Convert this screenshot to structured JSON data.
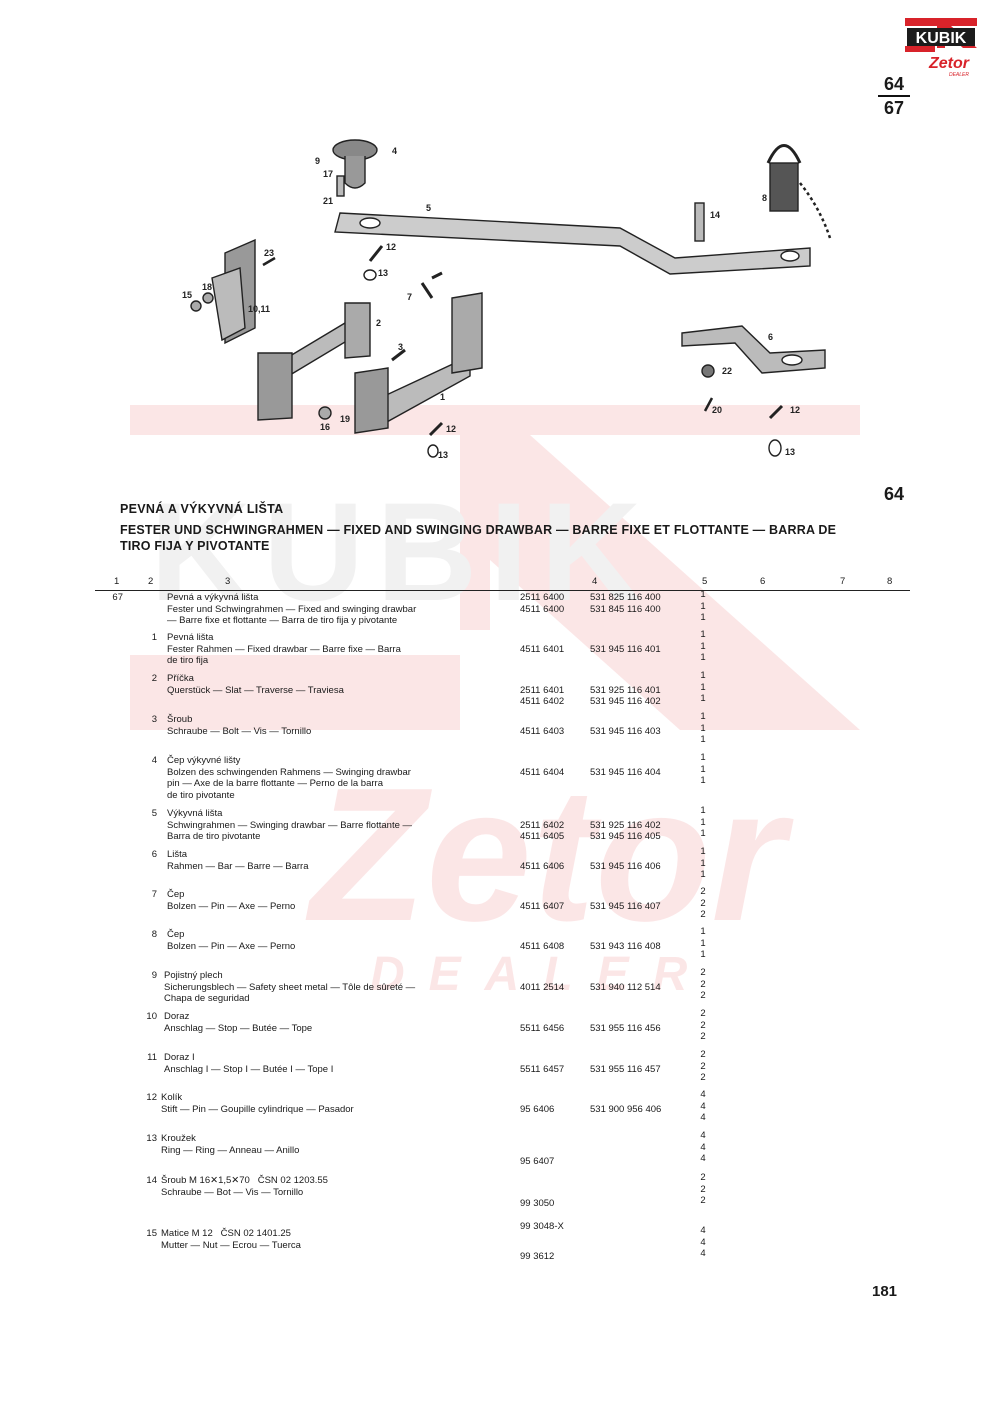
{
  "header": {
    "logo_top": "KUBIK",
    "logo_script": "Zetor",
    "logo_sub": "DEALER",
    "fig_top": "64",
    "fig_bottom": "67"
  },
  "watermark": {
    "brand": "KUBIK",
    "script": "Zetor",
    "sub": "DEALER"
  },
  "section_number": "64",
  "title_cz": "PEVNÁ A VÝKYVNÁ LIŠTA",
  "title_multi": "FESTER UND SCHWINGRAHMEN — FIXED AND SWINGING DRAWBAR — BARRE FIXE ET FLOTTANTE — BARRA DE TIRO FIJA Y PIVOTANTE",
  "columns": [
    "1",
    "2",
    "3",
    "4",
    "5",
    "6",
    "7",
    "8"
  ],
  "callouts": [
    "9",
    "17",
    "4",
    "21",
    "5",
    "14",
    "8",
    "23",
    "12",
    "18",
    "13",
    "15",
    "7",
    "10,11",
    "2",
    "3",
    "6",
    "22",
    "1",
    "20",
    "12",
    "16",
    "19",
    "12",
    "13",
    "13"
  ],
  "rows": [
    {
      "col1": "67",
      "col2": "",
      "desc": "Pevná a výkyvná lišta\nFester und Schwingrahmen — Fixed and swinging drawbar\n— Barre fixe et flottante — Barra de tiro fija y pivotante",
      "codes": [
        "2511 6400",
        "4511 6400"
      ],
      "numbers": [
        "531 825 116 400",
        "531 845 116 400"
      ],
      "qty": [
        "1",
        "1",
        "1"
      ]
    },
    {
      "col1": "",
      "col2": "1",
      "desc": "Pevná lišta\nFester Rahmen — Fixed drawbar — Barre fixe — Barra\nde tiro fija",
      "codes": [
        "",
        "4511 6401"
      ],
      "numbers": [
        "",
        "531 945 116 401"
      ],
      "qty": [
        "1",
        "1",
        "1"
      ]
    },
    {
      "col1": "",
      "col2": "2",
      "desc": "Příčka\nQuerstück — Slat — Traverse — Traviesa",
      "codes": [
        "",
        "2511 6401",
        "4511 6402"
      ],
      "numbers": [
        "",
        "531 925 116 401",
        "531 945 116 402"
      ],
      "qty": [
        "1",
        "1",
        "1"
      ]
    },
    {
      "col1": "",
      "col2": "3",
      "desc": "Šroub\nSchraube — Bolt — Vis — Tornillo",
      "codes": [
        "",
        "4511 6403"
      ],
      "numbers": [
        "",
        "531 945 116 403"
      ],
      "qty": [
        "1",
        "1",
        "1"
      ]
    },
    {
      "col1": "",
      "col2": "4",
      "desc": "Čep výkyvné lišty\nBolzen des schwingenden Rahmens — Swinging drawbar\npin — Axe de la barre flottante — Perno de la barra\nde tiro pivotante",
      "codes": [
        "",
        "4511 6404"
      ],
      "numbers": [
        "",
        "531 945 116 404"
      ],
      "qty": [
        "1",
        "1",
        "1"
      ]
    },
    {
      "col1": "",
      "col2": "5",
      "desc": "Výkyvná lišta\nSchwingrahmen — Swinging drawbar — Barre flottante —\nBarra de tiro pivotante",
      "codes": [
        "",
        "2511 6402",
        "4511 6405"
      ],
      "numbers": [
        "",
        "531 925 116 402",
        "531 945 116 405"
      ],
      "qty": [
        "1",
        "1",
        "1"
      ]
    },
    {
      "col1": "",
      "col2": "6",
      "desc": "Lišta\nRahmen — Bar — Barre — Barra",
      "codes": [
        "",
        "4511 6406"
      ],
      "numbers": [
        "",
        "531 945 116 406"
      ],
      "qty": [
        "1",
        "1",
        "1"
      ]
    },
    {
      "col1": "",
      "col2": "7",
      "desc": "Čep\nBolzen — Pin — Axe — Perno",
      "codes": [
        "",
        "4511 6407"
      ],
      "numbers": [
        "",
        "531 945 116 407"
      ],
      "qty": [
        "2",
        "2",
        "2"
      ]
    },
    {
      "col1": "",
      "col2": "8",
      "desc": "Čep\nBolzen — Pin — Axe — Perno",
      "codes": [
        "",
        "4511 6408"
      ],
      "numbers": [
        "",
        "531 943 116 408"
      ],
      "qty": [
        "1",
        "1",
        "1"
      ]
    },
    {
      "col1": "",
      "col2": "9",
      "desc": "Pojistný plech\nSicherungsblech — Safety sheet metal — Tôle de sûreté —\nChapa de seguridad",
      "codes": [
        "",
        "4011 2514"
      ],
      "numbers": [
        "",
        "531 940 112 514"
      ],
      "qty": [
        "2",
        "2",
        "2"
      ]
    },
    {
      "col1": "",
      "col2": "10",
      "desc": "Doraz\nAnschlag — Stop — Butée — Tope",
      "codes": [
        "",
        "5511 6456"
      ],
      "numbers": [
        "",
        "531 955 116 456"
      ],
      "qty": [
        "2",
        "2",
        "2"
      ]
    },
    {
      "col1": "",
      "col2": "11",
      "desc": "Doraz I\nAnschlag I — Stop I — Butée I — Tope I",
      "codes": [
        "",
        "5511 6457"
      ],
      "numbers": [
        "",
        "531 955 116 457"
      ],
      "qty": [
        "2",
        "2",
        "2"
      ]
    },
    {
      "col1": "",
      "col2": "12",
      "desc": "Kolík\nStift — Pin — Goupille cylindrique — Pasador",
      "codes": [
        "",
        "95 6406"
      ],
      "numbers": [
        "",
        "531 900 956 406"
      ],
      "qty": [
        "4",
        "4",
        "4"
      ]
    },
    {
      "col1": "",
      "col2": "13",
      "desc": "Kroužek\nRing — Ring — Anneau — Anillo",
      "codes": [
        "",
        "",
        "95 6407"
      ],
      "numbers": [
        "",
        "",
        ""
      ],
      "qty": [
        "4",
        "4",
        "4"
      ]
    },
    {
      "col1": "",
      "col2": "14",
      "desc": "Šroub M 16✕1,5✕70   ČSN 02 1203.55\nSchraube — Bot — Vis — Tornillo",
      "codes": [
        "",
        "",
        "99 3050",
        "",
        "99 3048-X"
      ],
      "numbers": [],
      "qty": [
        "2",
        "2",
        "2"
      ]
    },
    {
      "col1": "",
      "col2": "15",
      "desc": "Matice M 12   ČSN 02 1401.25\nMutter — Nut — Ecrou — Tuerca",
      "codes": [
        "",
        "",
        "99 3612"
      ],
      "numbers": [],
      "qty": [
        "4",
        "4",
        "4"
      ]
    }
  ],
  "page_number": "181",
  "colors": {
    "logo_red": "#d8232a",
    "logo_dark": "#1c1c1c",
    "watermark_red": "#e8434a"
  }
}
